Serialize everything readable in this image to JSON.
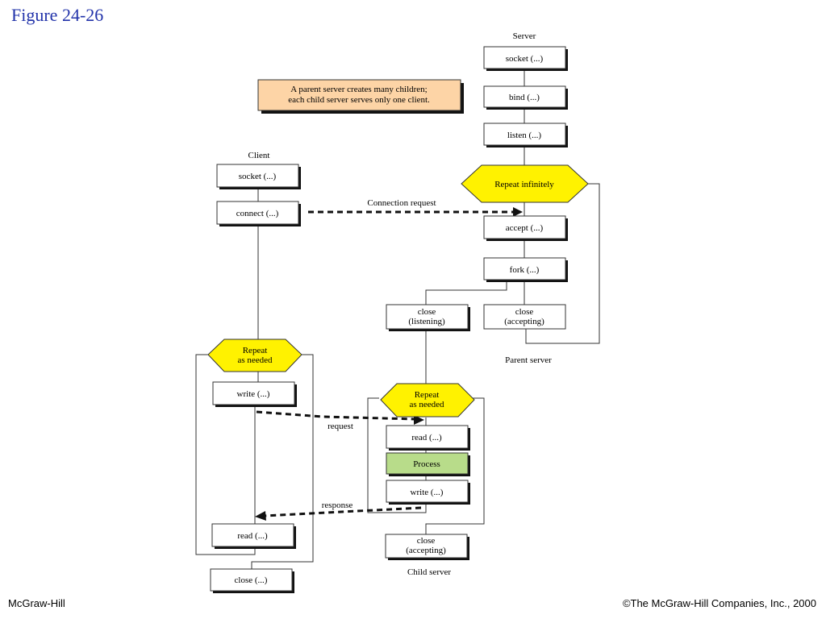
{
  "title": "Figure  24-26",
  "footer": {
    "left": "McGraw-Hill",
    "right": "©The McGraw-Hill Companies, Inc., 2000"
  },
  "note": {
    "line1": "A parent server creates many children;",
    "line2": "each child server serves only one client.",
    "fill": "#fdd4a6"
  },
  "labels": {
    "server": "Server",
    "client": "Client",
    "parent_server": "Parent server",
    "child_server": "Child server",
    "connection_request": "Connection request",
    "request": "request",
    "response": "response"
  },
  "server_boxes": {
    "socket": "socket (...)",
    "bind": "bind (...)",
    "listen": "listen (...)",
    "repeat": "Repeat infinitely",
    "accept": "accept (...)",
    "fork": "fork (...)",
    "close_accepting": [
      "close",
      "(accepting)"
    ]
  },
  "client_boxes": {
    "socket": "socket (...)",
    "connect": "connect (...)",
    "repeat": [
      "Repeat",
      "as needed"
    ],
    "write": "write (...)",
    "read": "read (...)",
    "close": "close (...)"
  },
  "child_boxes": {
    "close_listening": [
      "close",
      "(listening)"
    ],
    "repeat": [
      "Repeat",
      "as needed"
    ],
    "read": "read (...)",
    "process": "Process",
    "write": "write (...)",
    "close_accepting": [
      "close",
      "(accepting)"
    ]
  },
  "colors": {
    "hexagon": "#fff200",
    "process": "#b8dc8a",
    "title": "#2233aa"
  }
}
